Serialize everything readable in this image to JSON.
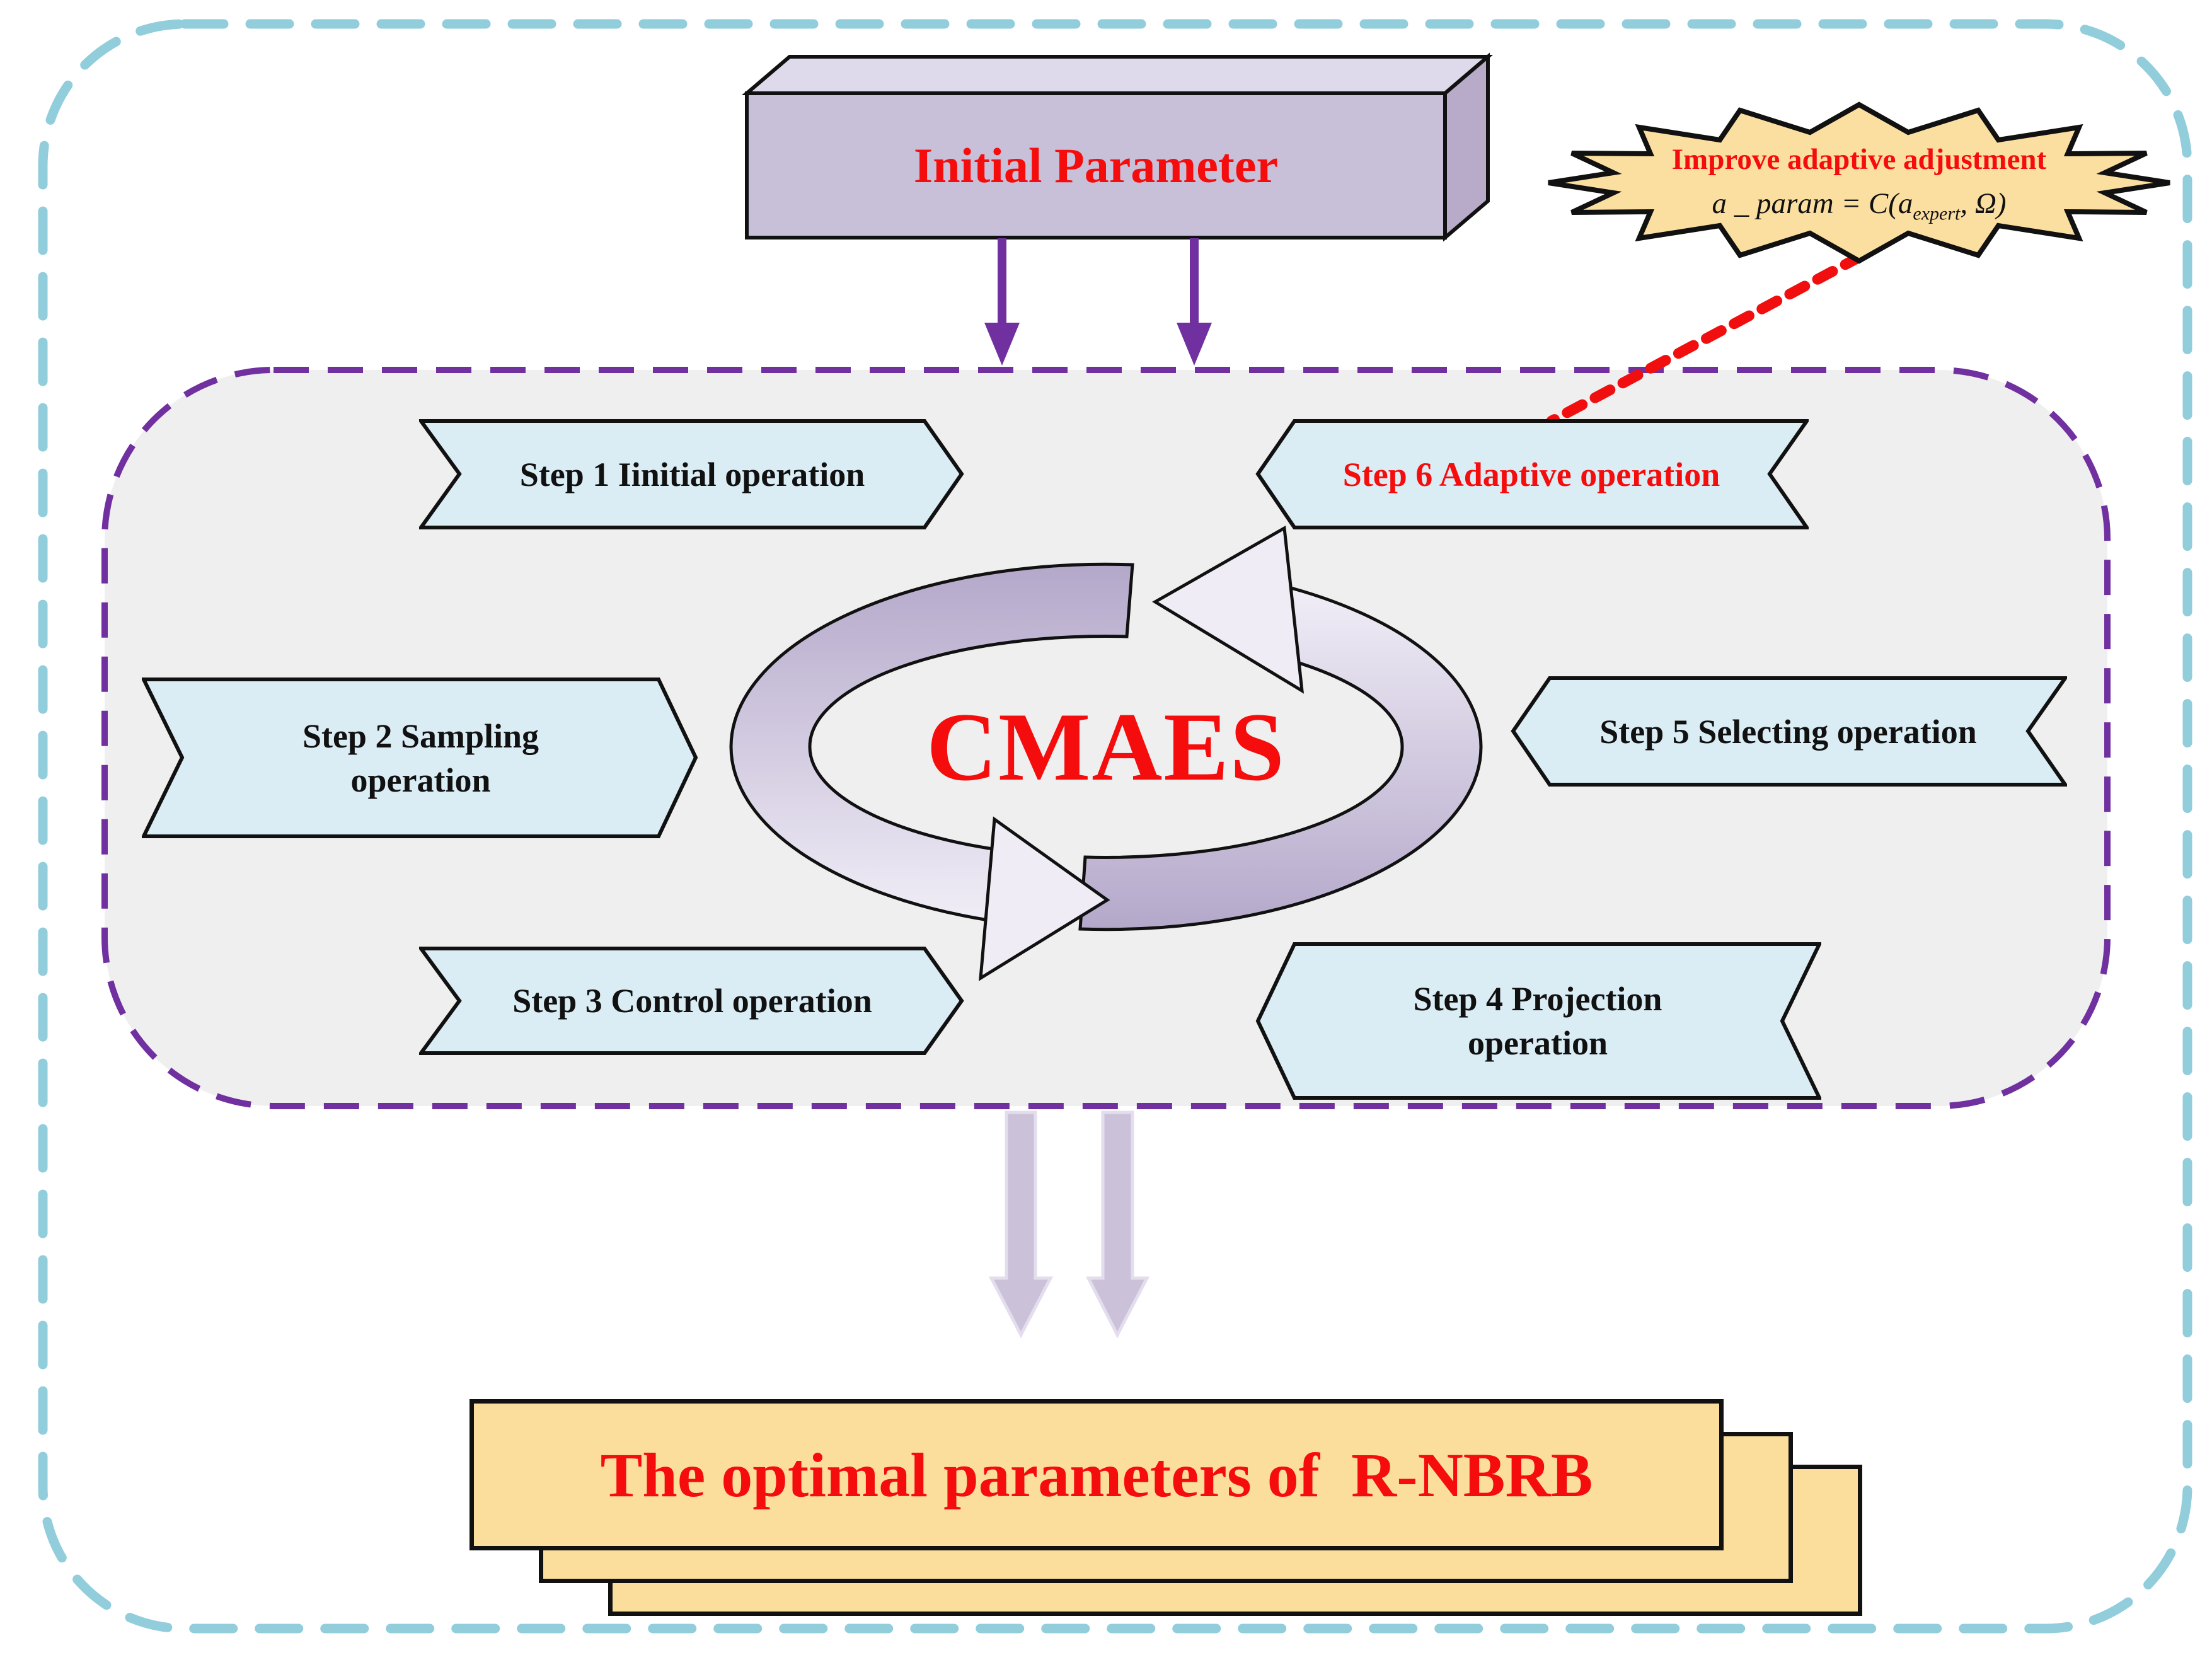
{
  "title_box": {
    "label": "Initial Parameter"
  },
  "callout": {
    "title": "Improve adaptive adjustment",
    "formula_pre": "a _ param = C(a",
    "formula_sub": "expert",
    "formula_post": ", Ω)"
  },
  "cycle": {
    "label": "CMAES"
  },
  "steps": {
    "step1": {
      "label": "Step 1 Iinitial operation"
    },
    "step2": {
      "line1": "Step 2 Sampling",
      "line2": "operation"
    },
    "step3": {
      "label": "Step 3 Control operation"
    },
    "step4": {
      "line1": "Step 4 Projection",
      "line2": "operation"
    },
    "step5": {
      "label": "Step 5 Selecting operation"
    },
    "step6": {
      "label": "Step 6 Adaptive operation"
    }
  },
  "output_box": {
    "label": "The optimal parameters of  R-NBRB"
  },
  "colors": {
    "accent-red": "#f50d0d",
    "step-fill": "#daecf4",
    "container-fill": "#efefef",
    "container-border": "#7030a0",
    "outer-border": "#92cdDC",
    "box3d-front": "#c8bfd8",
    "box3d-top": "#dfdaeb",
    "box3d-side": "#b7abc9",
    "starburst-fill": "#fbdfa1",
    "output-fill": "#fbde9c",
    "cycle-light": "#efecf5",
    "cycle-dark": "#b9aece",
    "down-arrow-purple": "#7030a0",
    "big-arrow-lavender": "#cbc2da"
  }
}
